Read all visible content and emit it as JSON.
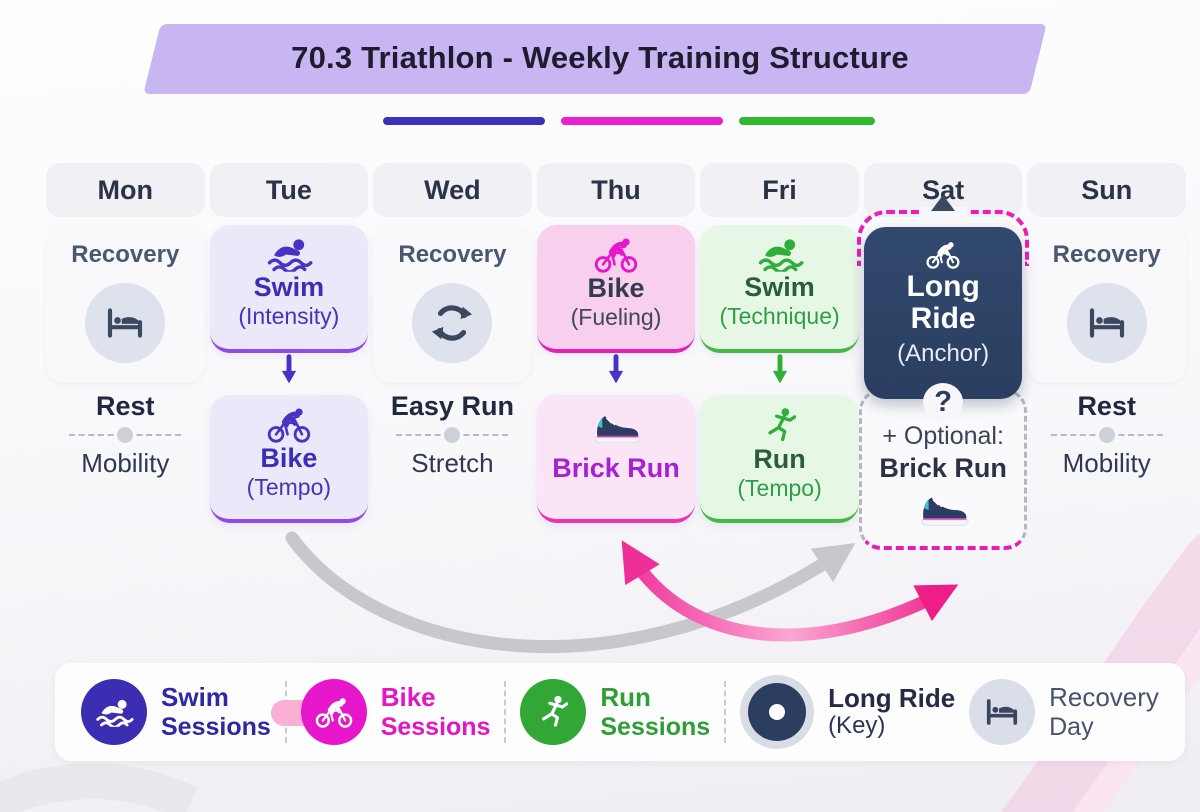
{
  "title": "70.3 Triathlon - Weekly Training Structure",
  "palette": {
    "banner": "#c8b6f3",
    "indigo": "#3a2db6",
    "magenta": "#e716c8",
    "green": "#2f9e44",
    "navy": "#2e4468",
    "arrow_gray": "#c6c5cb",
    "arrow_pink": "#ee2490",
    "underline_colors": [
      "#3a31bc",
      "#ea1fd0",
      "#33b92e"
    ]
  },
  "week": {
    "days": [
      {
        "label": "Mon",
        "heading": "Recovery",
        "icon": "bed-icon",
        "primary": "Rest",
        "secondary": "Mobility"
      },
      {
        "label": "Tue",
        "cards": [
          {
            "icon": "swim-icon",
            "title": "Swim",
            "subtitle": "(Intensity)"
          },
          {
            "icon": "bike-icon",
            "title": "Bike",
            "subtitle": "(Tempo)"
          }
        ]
      },
      {
        "label": "Wed",
        "heading": "Recovery",
        "icon": "refresh-icon",
        "primary": "Easy Run",
        "secondary": "Stretch"
      },
      {
        "label": "Thu",
        "cards": [
          {
            "icon": "bike-icon",
            "title": "Bike",
            "subtitle": "(Fueling)"
          },
          {
            "icon": "sneaker-icon",
            "title": "Brick Run"
          }
        ]
      },
      {
        "label": "Fri",
        "cards": [
          {
            "icon": "swim-icon",
            "title": "Swim",
            "subtitle": "(Technique)"
          },
          {
            "icon": "run-icon",
            "title": "Run",
            "subtitle": "(Tempo)"
          }
        ]
      },
      {
        "label": "Sat",
        "anchor": {
          "icon": "bike-icon",
          "title": "Long Ride",
          "subtitle": "(Anchor)"
        },
        "optional": {
          "marker": "?",
          "prefix": "+ Optional:",
          "label": "Brick Run",
          "icon": "sneaker-icon"
        }
      },
      {
        "label": "Sun",
        "heading": "Recovery",
        "icon": "bed-icon",
        "primary": "Rest",
        "secondary": "Mobility"
      }
    ]
  },
  "legend": {
    "items": [
      {
        "label": "Swim",
        "sublabel": "Sessions"
      },
      {
        "label": "Bike",
        "sublabel": "Sessions"
      },
      {
        "label": "Run",
        "sublabel": "Sessions"
      },
      {
        "label": "Long Ride",
        "sublabel": "(Key)"
      },
      {
        "label": "Recovery",
        "sublabel": "Day"
      }
    ]
  }
}
